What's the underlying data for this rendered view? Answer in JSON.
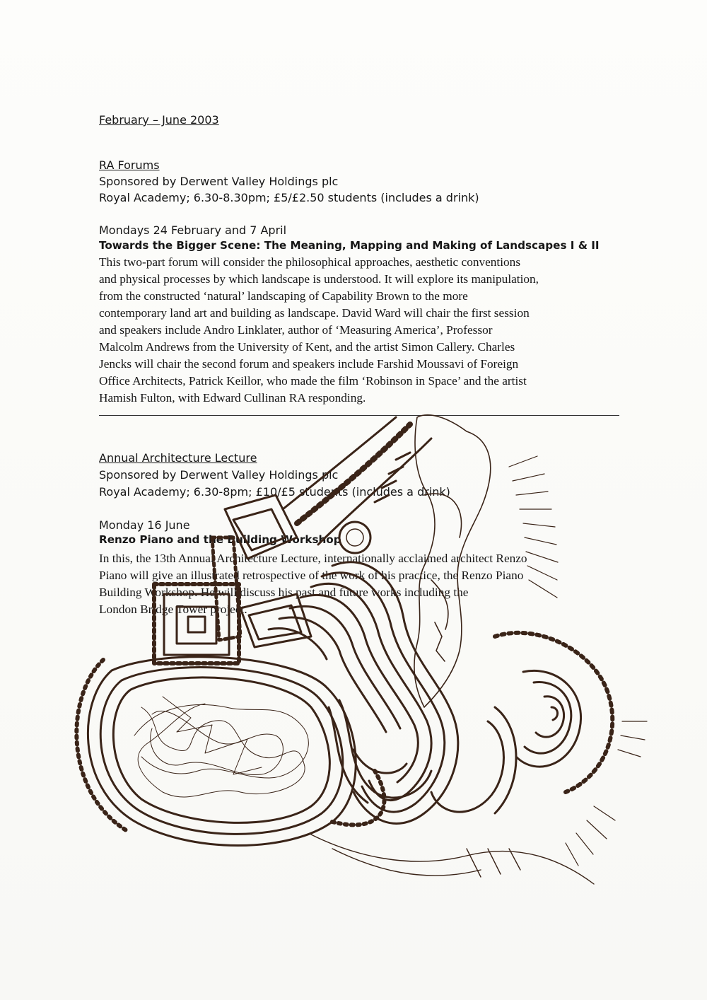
{
  "header": {
    "date_range": "February – June 2003"
  },
  "forums": {
    "title": "RA Forums",
    "sponsor": "Sponsored by Derwent Valley Holdings plc",
    "venue": "Royal Academy; 6.30-8.30pm; £5/£2.50 students (includes a drink)",
    "date": "Mondays 24 February and 7 April",
    "event_title": "Towards the Bigger Scene: The Meaning, Mapping and Making of Landscapes I & II",
    "lines": [
      "This two-part forum will consider the philosophical approaches, aesthetic conventions",
      "and physical processes by which landscape is understood. It will explore its manipulation,",
      "from the constructed ‘natural’ landscaping of Capability Brown to the more",
      "contemporary land art and building as landscape. David Ward will chair the first session",
      "and speakers include Andro Linklater, author of ‘Measuring America’, Professor",
      "Malcolm Andrews from the University of Kent, and the artist Simon Callery. Charles",
      "Jencks will chair the second forum and speakers include Farshid Moussavi of Foreign",
      "Office Architects, Patrick Keillor, who made the film ‘Robinson in Space’ and the artist",
      "Hamish Fulton, with Edward Cullinan RA responding."
    ]
  },
  "lecture": {
    "title": "Annual Architecture Lecture",
    "sponsor": "Sponsored by Derwent Valley Holdings plc",
    "venue": "Royal Academy; 6.30-8pm; £10/£5 students (includes a drink)",
    "date": "Monday 16 June",
    "event_title": "Renzo Piano and the Building Workshop",
    "lines": [
      "In this, the 13th Annual Architecture Lecture, internationally acclaimed architect Renzo",
      "Piano will give an illustrated retrospective of the work of his practice, the Renzo Piano",
      "Building Workshop. He will discuss his past and future works including the",
      "London Bridge Tower project."
    ]
  },
  "drawing": {
    "ink_color": "#3a2418",
    "paper_color": "#fbfbf9"
  }
}
